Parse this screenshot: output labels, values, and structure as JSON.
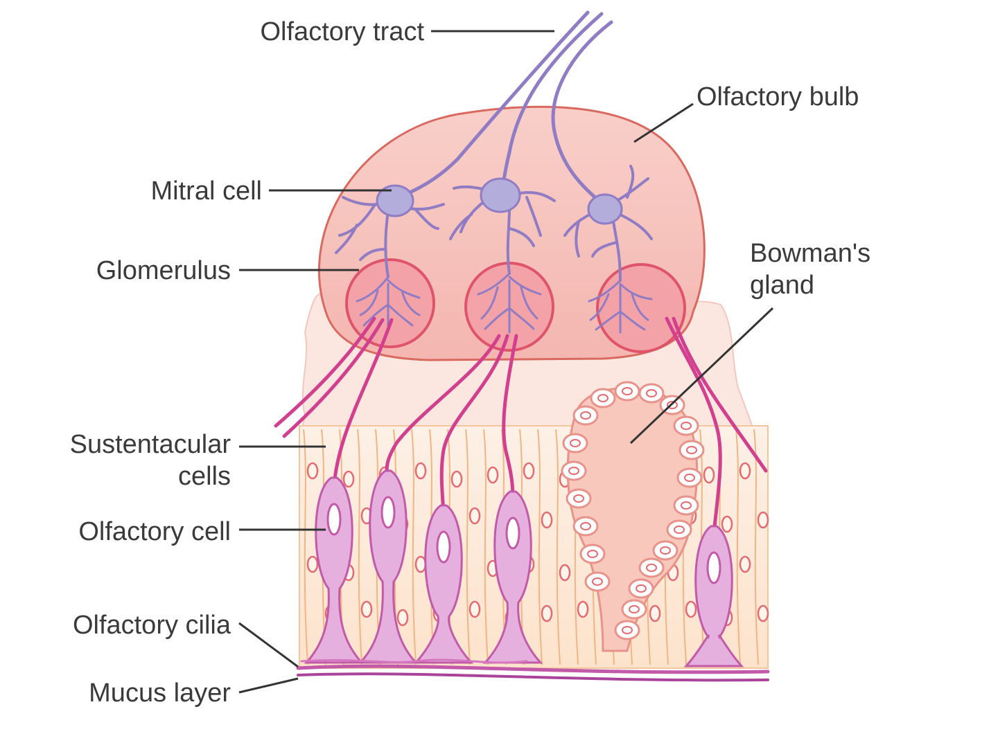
{
  "labels": {
    "olfactory_tract": "Olfactory tract",
    "olfactory_bulb": "Olfactory bulb",
    "mitral_cell": "Mitral cell",
    "glomerulus": "Glomerulus",
    "bowmans_gland_line1": "Bowman's",
    "bowmans_gland_line2": "gland",
    "sustentacular_line1": "Sustentacular",
    "sustentacular_line2": "cells",
    "olfactory_cell": "Olfactory cell",
    "olfactory_cilia": "Olfactory cilia",
    "mucus_layer": "Mucus layer"
  },
  "colors": {
    "bulb_fill": "#f8c9c4",
    "bulb_stroke": "#d9695f",
    "glomerulus_fill": "#f3a3a8",
    "glomerulus_stroke": "#e0546a",
    "neuron": "#8f7cc4",
    "neuron_body": "#b3addb",
    "axon": "#d23f8e",
    "olfactory_cell_fill": "#e6b0de",
    "olfactory_cell_stroke": "#c35aa9",
    "sustentacular_fill": "#fde9d3",
    "sustentacular_stroke": "#f0b585",
    "nucleus": "#e46a70",
    "gland_fill": "#f7c2b8",
    "gland_cell_stroke": "#e8928a",
    "connective": "#fbe4de",
    "label_text": "#3a3a3a"
  }
}
